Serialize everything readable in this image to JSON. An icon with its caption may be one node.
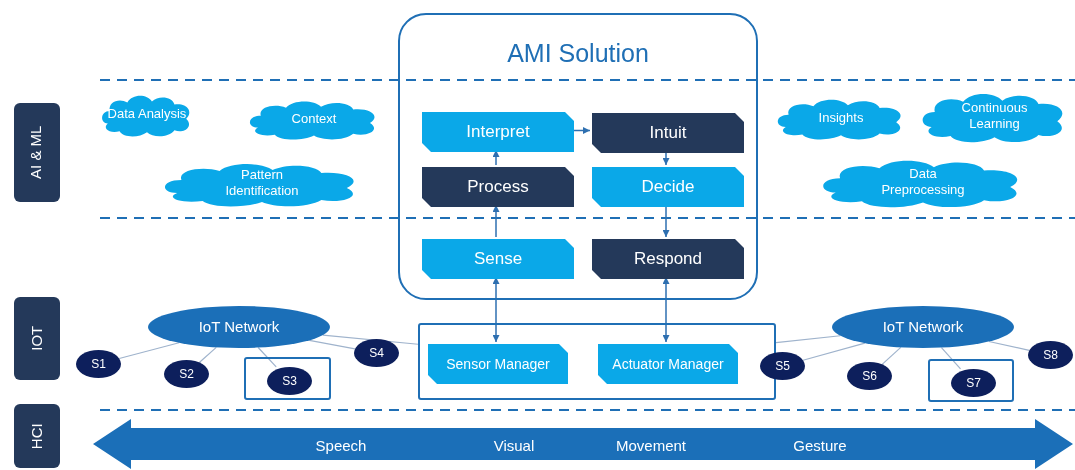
{
  "diagram": {
    "nodes": [
      {
        "text": [
          "AMI Solution"
        ]
      },
      {
        "text": [
          "Interpret"
        ],
        "in": 0
      },
      {
        "text": [
          "Intuit"
        ],
        "in": 0
      },
      {
        "text": [
          "Process"
        ],
        "in": 0
      },
      {
        "text": [
          "Decide"
        ],
        "in": 0
      },
      {
        "text": [
          "Sense"
        ],
        "in": 0
      },
      {
        "text": [
          "Respond"
        ],
        "in": 0
      },
      {
        "text": [],
        "shape": "box"
      },
      {
        "text": [
          "Sensor Manager"
        ],
        "in": 7
      },
      {
        "text": [
          "Actuator Manager"
        ],
        "in": 7
      },
      {
        "text": [
          "IoT Network"
        ]
      },
      {
        "text": [
          "IoT Network"
        ]
      },
      {
        "text": [
          "S1"
        ]
      },
      {
        "text": [
          "S2"
        ]
      },
      {
        "text": [],
        "shape": "box"
      },
      {
        "text": [
          "S3"
        ],
        "in": 14
      },
      {
        "text": [
          "S4"
        ]
      },
      {
        "text": [
          "S5"
        ]
      },
      {
        "text": [
          "S6"
        ]
      },
      {
        "text": [],
        "shape": "box"
      },
      {
        "text": [
          "S7"
        ],
        "in": 19
      },
      {
        "text": [
          "S8"
        ]
      },
      {
        "text": [
          "Data Analysis"
        ]
      },
      {
        "text": [
          "Context"
        ]
      },
      {
        "text": [
          "Pattern Identification"
        ]
      },
      {
        "text": [
          "Insights"
        ]
      },
      {
        "text": [
          "Continuous Learning"
        ]
      },
      {
        "text": [
          "Data Preprocessing"
        ]
      },
      {
        "text": [
          "AI & ML"
        ]
      },
      {
        "text": [
          "IOT"
        ]
      },
      {
        "text": [
          "HCI"
        ]
      },
      {
        "text": [
          "Speech",
          "Visual",
          "Movement",
          "Gesture"
        ]
      }
    ],
    "edges": [
      {
        "from": 3,
        "to": 1,
        "arrow": "to",
        "color": "#2e6fb0"
      },
      {
        "from": 1,
        "to": 2,
        "arrow": "to",
        "color": "#2e6fb0"
      },
      {
        "from": 2,
        "to": 4,
        "arrow": "to",
        "color": "#2e6fb0"
      },
      {
        "from": 4,
        "to": 6,
        "arrow": "to",
        "color": "#2e6fb0"
      },
      {
        "from": 5,
        "to": 3,
        "arrow": "to",
        "color": "#2e6fb0"
      },
      {
        "from": 5,
        "to": 8,
        "arrow": "both",
        "color": "#2e6fb0"
      },
      {
        "from": 6,
        "to": 9,
        "arrow": "both",
        "color": "#2e6fb0"
      },
      {
        "from": 10,
        "to": 12,
        "arrow": "none"
      },
      {
        "from": 10,
        "to": 13,
        "arrow": "none"
      },
      {
        "from": 10,
        "to": 15,
        "arrow": "none"
      },
      {
        "from": 10,
        "to": 16,
        "arrow": "none"
      },
      {
        "from": 10,
        "to": 7,
        "arrow": "none"
      },
      {
        "from": 11,
        "to": 7,
        "arrow": "none"
      },
      {
        "from": 11,
        "to": 17,
        "arrow": "none"
      },
      {
        "from": 11,
        "to": 18,
        "arrow": "none"
      },
      {
        "from": 11,
        "to": 20,
        "arrow": "none"
      },
      {
        "from": 11,
        "to": 21,
        "arrow": "none"
      }
    ]
  }
}
